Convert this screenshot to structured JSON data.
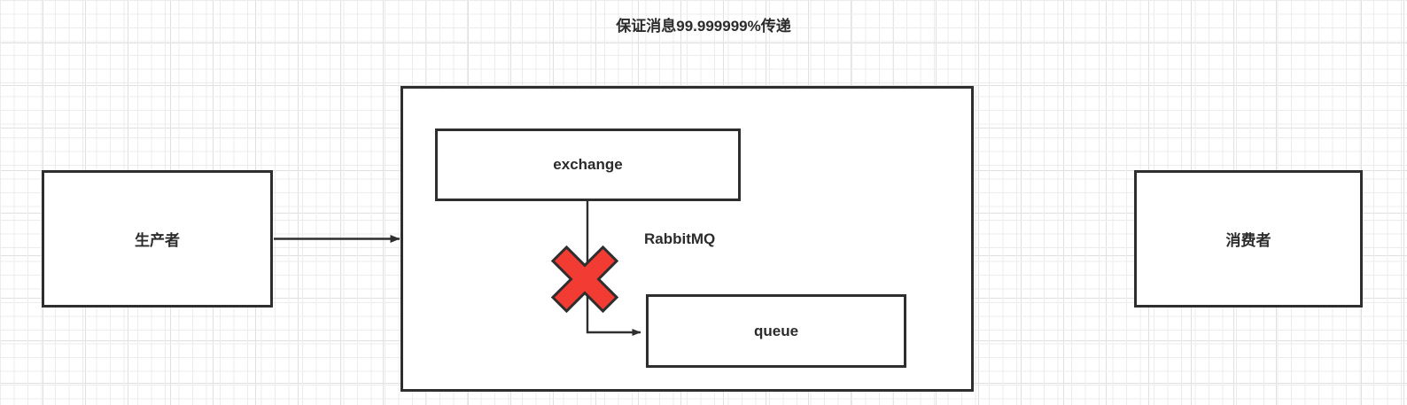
{
  "diagram": {
    "title": "保证消息99.999999%传递",
    "background": {
      "grid_minor_color": "#ececec",
      "grid_major_color": "#e0e0e0",
      "canvas_color": "#ffffff"
    },
    "stroke_color": "#2e2e2e",
    "text_color": "#2b2b2b",
    "error_color": "#f23b32",
    "nodes": [
      {
        "id": "producer",
        "label": "生产者"
      },
      {
        "id": "rabbitmq",
        "label": "RabbitMQ"
      },
      {
        "id": "exchange",
        "label": "exchange"
      },
      {
        "id": "queue",
        "label": "queue"
      },
      {
        "id": "consumer",
        "label": "消费者"
      }
    ],
    "edges": [
      {
        "id": "producer-to-rabbitmq",
        "from": "producer",
        "to": "rabbitmq",
        "arrow": true,
        "blocked": false
      },
      {
        "id": "exchange-to-queue",
        "from": "exchange",
        "to": "queue",
        "arrow": true,
        "blocked": true
      }
    ],
    "markers": [
      {
        "id": "delivery-failure",
        "type": "cross",
        "on_edge": "exchange-to-queue",
        "color": "#f23b32"
      }
    ]
  }
}
